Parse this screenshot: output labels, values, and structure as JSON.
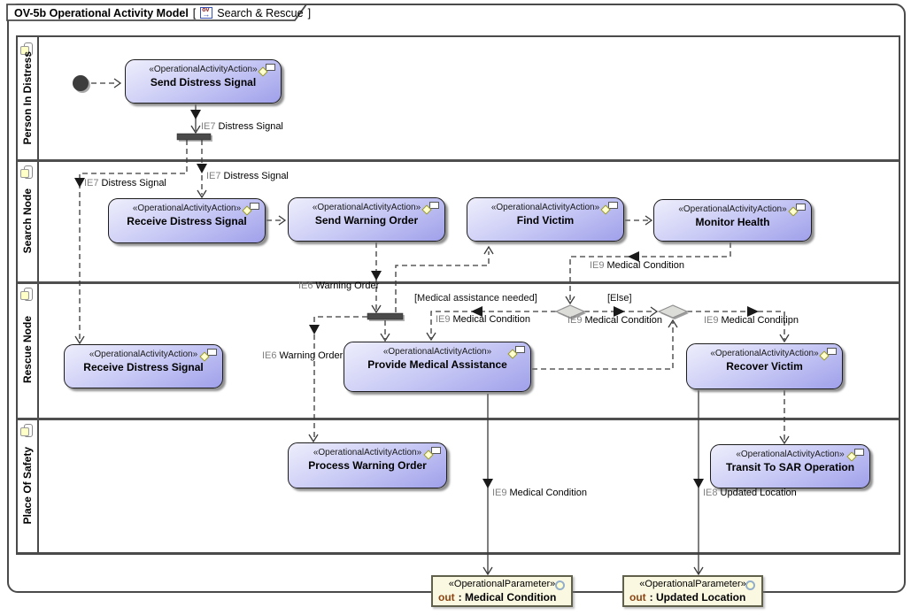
{
  "frame": {
    "title": "OV-5b Operational Activity Model",
    "bracket_open": "[",
    "bracket_close": "]",
    "diagram_icon_text": "ov",
    "diagram_icon_arrow": "→",
    "context_name": "Search & Rescue"
  },
  "lanes": [
    {
      "label": "Person In Distress"
    },
    {
      "label": "Search Node"
    },
    {
      "label": "Rescue Node"
    },
    {
      "label": "Place Of Safety"
    }
  ],
  "stereotypes": {
    "action": "«OperationalActivityAction»",
    "parameter": "«OperationalParameter»"
  },
  "actions": [
    {
      "name": "Send Distress Signal"
    },
    {
      "name": "Receive Distress Signal"
    },
    {
      "name": "Send Warning Order"
    },
    {
      "name": "Find Victim"
    },
    {
      "name": "Monitor Health"
    },
    {
      "name": "Receive Distress Signal"
    },
    {
      "name": "Provide Medical Assistance"
    },
    {
      "name": "Recover Victim"
    },
    {
      "name": "Process Warning Order"
    },
    {
      "name": "Transit To SAR Operation"
    }
  ],
  "parameters": [
    {
      "direction": "out",
      "name": ": Medical Condition"
    },
    {
      "direction": "out",
      "name": ": Updated Location"
    }
  ],
  "flow_labels": [
    {
      "prefix": "IE7",
      "text": "Distress Signal"
    },
    {
      "prefix": "IE7",
      "text": "Distress Signal"
    },
    {
      "prefix": "IE7",
      "text": "Distress Signal"
    },
    {
      "prefix": "IE6",
      "text": "Warning Order"
    },
    {
      "prefix": "IE6",
      "text": "Warning Order"
    },
    {
      "prefix": "IE9",
      "text": "Medical Condition"
    },
    {
      "prefix": "IE9",
      "text": "Medical Condition"
    },
    {
      "prefix": "IE9",
      "text": "Medical Conditipn"
    },
    {
      "prefix": "IE9",
      "text": "Medical Condition"
    },
    {
      "prefix": "IE9",
      "text": "Medical Condition"
    },
    {
      "prefix": "IE8",
      "text": "Updated Location"
    }
  ],
  "guards": [
    {
      "text": "[Medical assistance needed]"
    },
    {
      "text": "[Else]"
    }
  ],
  "icons": {
    "tab_diagram": "ov-diagram-icon",
    "lane_performer": "performer-icon",
    "action_note": "note-icon",
    "param_pin": "pin-circle-icon"
  },
  "colors": {
    "action_fill_top": "#eeeefc",
    "action_fill_bottom": "#9fa0ea",
    "action_border": "#1c1c1c",
    "lane_border": "#4a4a4a",
    "connector": "#3a3a3a",
    "label_prefix": "#808080",
    "param_fill": "#fbf8e2",
    "param_border": "#61614b",
    "out_keyword": "#8b4513",
    "decision_fill": "#dcdcd8",
    "fork_bar": "#4a4a4a"
  }
}
